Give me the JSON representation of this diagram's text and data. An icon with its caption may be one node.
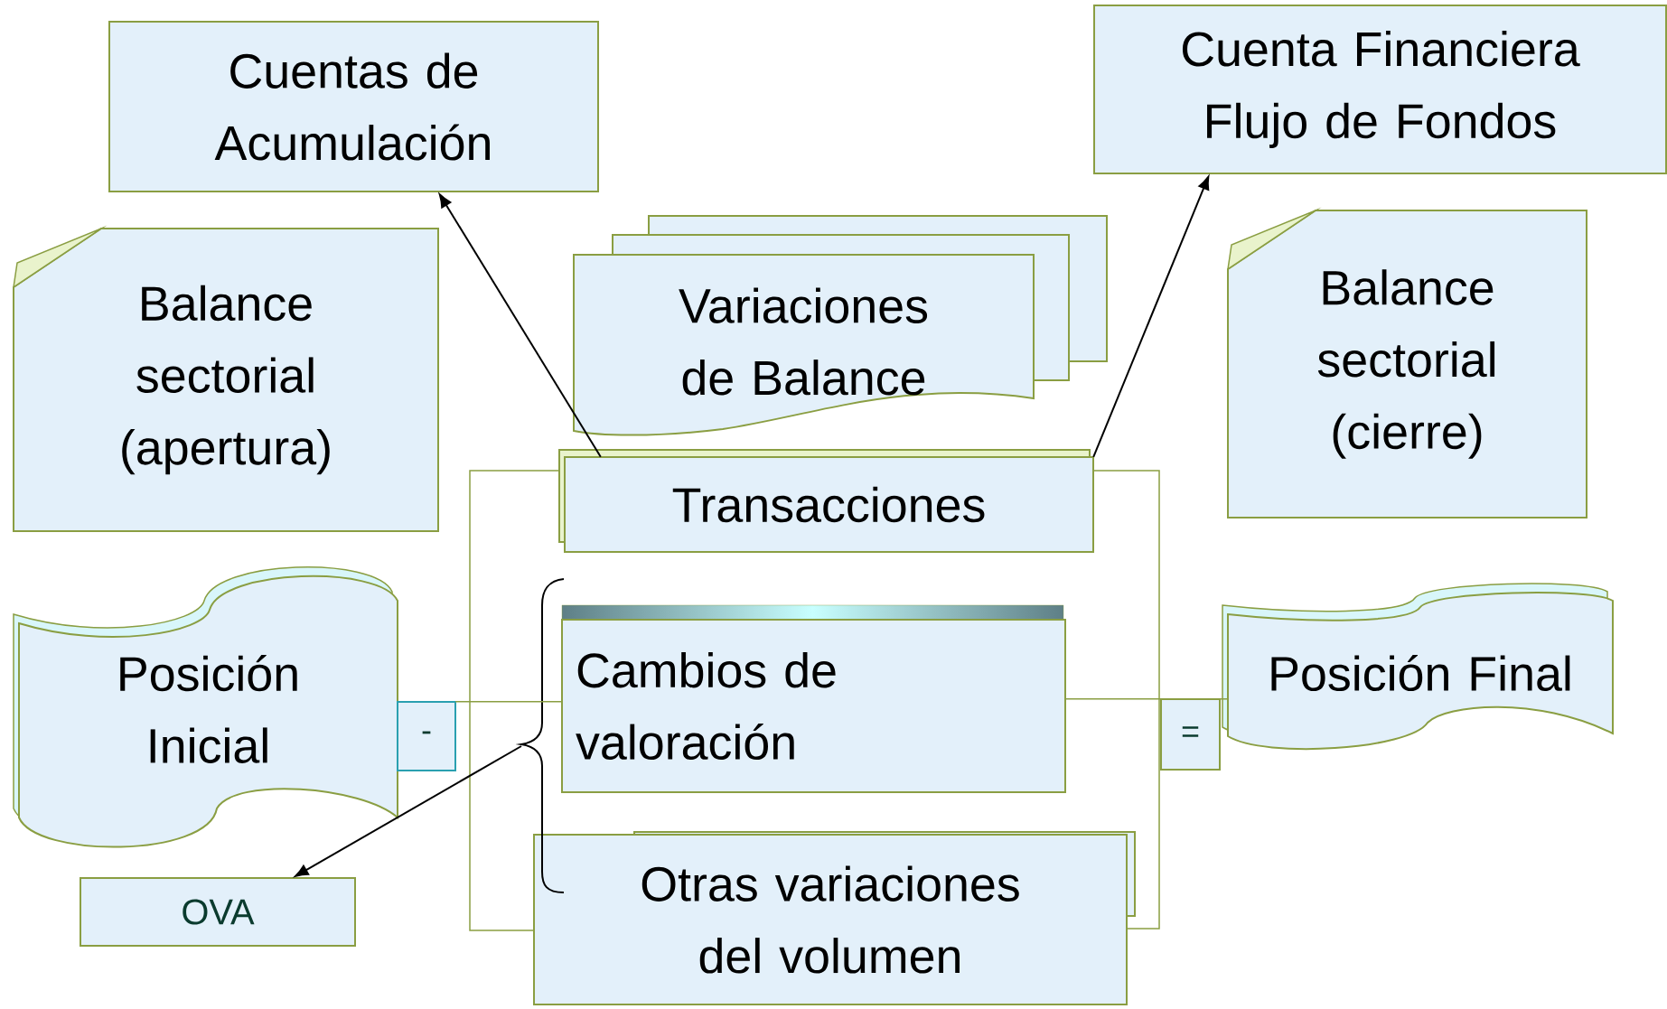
{
  "diagram": {
    "nodes": [
      {
        "text": [
          "Cuentas de Acumulación"
        ]
      },
      {
        "text": [
          "Cuenta Financiera Flujo de Fondos"
        ]
      },
      {
        "text": [
          "Balance sectorial (apertura)"
        ]
      },
      {
        "text": [
          "Variaciones de Balance"
        ]
      },
      {
        "text": [
          "Balance sectorial (cierre)"
        ]
      },
      {
        "text": [
          "Transacciones"
        ]
      },
      {
        "text": [
          "Posición Inicial"
        ]
      },
      {
        "text": [
          "-"
        ]
      },
      {
        "text": [
          "Cambios de valoración"
        ]
      },
      {
        "text": [
          "="
        ]
      },
      {
        "text": [
          "Posición Final"
        ]
      },
      {
        "text": [
          "OVA"
        ]
      },
      {
        "text": [
          "Otras variaciones del volumen"
        ]
      }
    ],
    "edges": [
      {
        "from": 5,
        "to": 0,
        "arrow": "to"
      },
      {
        "from": 5,
        "to": 1,
        "arrow": "to"
      },
      {
        "from": null,
        "to": 11,
        "arrow": "to"
      },
      {
        "from": 7,
        "to": 8,
        "arrow": "none",
        "color": "#8a9e42"
      },
      {
        "from": 8,
        "to": 9,
        "arrow": "none",
        "color": "#8a9e42"
      },
      {
        "from": 9,
        "to": 10,
        "arrow": "none",
        "color": "#8a9e42"
      }
    ]
  }
}
